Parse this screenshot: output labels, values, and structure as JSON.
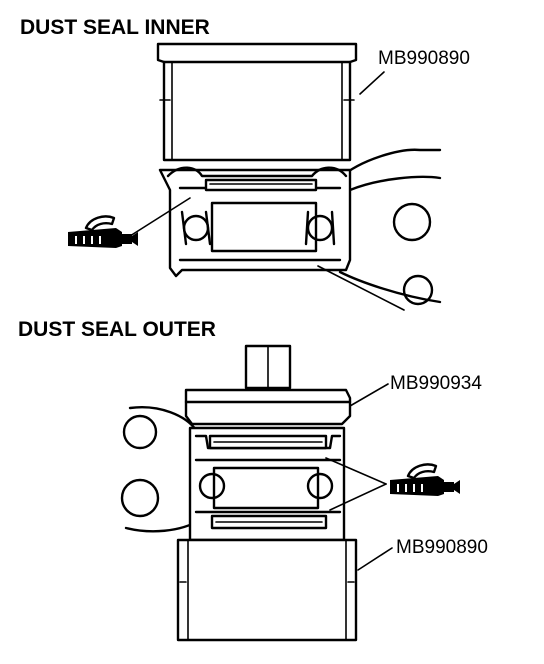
{
  "sections": {
    "inner": {
      "heading": "DUST SEAL INNER",
      "tool": "MB990890"
    },
    "outer": {
      "heading": "DUST SEAL OUTER",
      "tool_top": "MB990934",
      "tool_bottom": "MB990890"
    }
  },
  "icons": [
    "grease-gun-icon"
  ],
  "colors": {
    "ink": "#000000",
    "paper": "#ffffff"
  }
}
